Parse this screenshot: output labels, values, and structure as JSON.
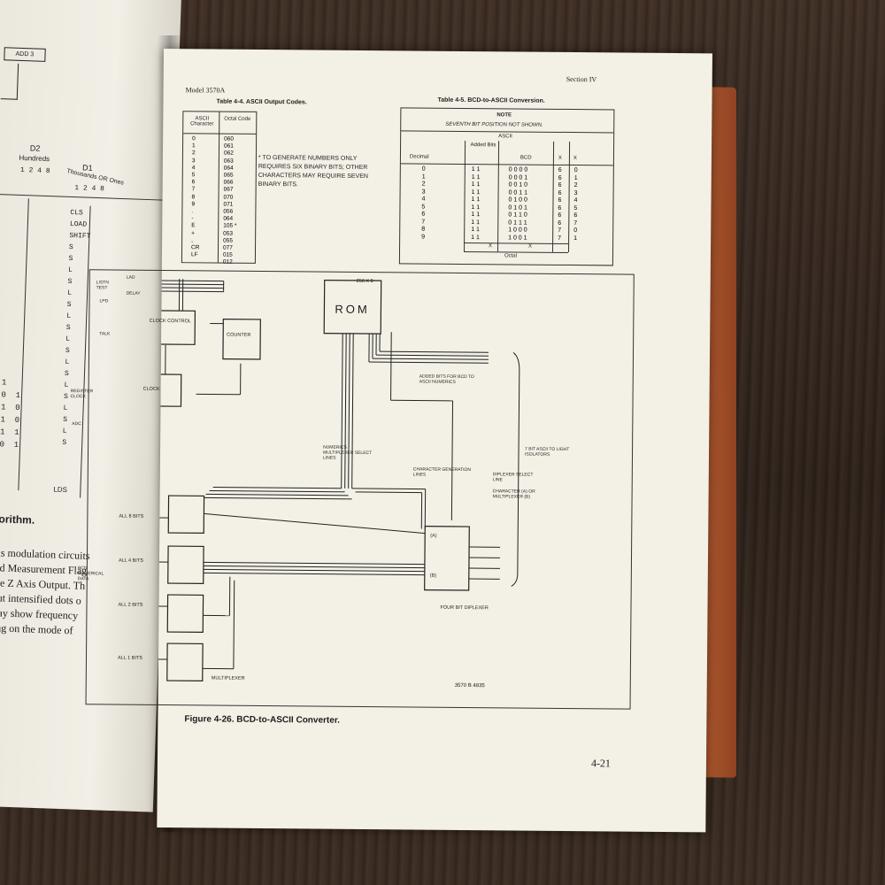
{
  "left_page": {
    "label_add": "ADD 3",
    "col_d2": "D2",
    "col_hundreds": "Hundreds",
    "col_d1": "D1",
    "col_thousands": "Thousands OR Ones",
    "bits_left": "1 2 4 8",
    "bits_right": "1 2 4 8",
    "caption_fragment": "Algorithm.",
    "body_lines": [
      "Axis modulation circuits",
      ", and Measurement Flag",
      "n the Z Axis Output. Th",
      "ll put intensified dots o",
      "s may show frequency",
      "nding on the mode of"
    ],
    "last_cell": "LDS"
  },
  "right_page": {
    "model": "Model 3570A",
    "section": "Section IV",
    "page_number": "4-21",
    "table44": {
      "title": "Table 4-4.  ASCII Output Codes.",
      "col1": "ASCII Character",
      "col2": "Octal Code",
      "chars": [
        "0",
        "1",
        "2",
        "3",
        "4",
        "5",
        "6",
        "7",
        "8",
        "9",
        ".",
        "-",
        "E",
        "+",
        ",",
        "CR",
        "LF"
      ],
      "codes": [
        "060",
        "061",
        "062",
        "063",
        "064",
        "065",
        "066",
        "067",
        "070",
        "071",
        "056",
        "064",
        "105 *",
        "053",
        "055",
        "077",
        "015",
        "012"
      ],
      "note": "* TO GENERATE NUMBERS ONLY REQUIRES SIX BINARY BITS; OTHER CHARACTERS MAY REQUIRE SEVEN BINARY BITS."
    },
    "table45": {
      "title": "Table 4-5.  BCD-to-ASCII Conversion.",
      "note_heading": "NOTE",
      "note_text": "SEVENTH BIT POSITION NOT SHOWN.",
      "ascii": "ASCII",
      "decimal": "Decimal",
      "added_bits": "Added Bits",
      "bcd": "BCD",
      "x": "X",
      "octal": "Octal",
      "rows": [
        [
          "0",
          "1 1",
          "0 0 0 0",
          "6",
          "0"
        ],
        [
          "1",
          "1 1",
          "0 0 0 1",
          "6",
          "1"
        ],
        [
          "2",
          "1 1",
          "0 0 1 0",
          "6",
          "2"
        ],
        [
          "3",
          "1 1",
          "0 0 1 1",
          "6",
          "3"
        ],
        [
          "4",
          "1 1",
          "0 1 0 0",
          "6",
          "4"
        ],
        [
          "5",
          "1 1",
          "0 1 0 1",
          "6",
          "5"
        ],
        [
          "6",
          "1 1",
          "0 1 1 0",
          "6",
          "6"
        ],
        [
          "7",
          "1 1",
          "0 1 1 1",
          "6",
          "7"
        ],
        [
          "8",
          "1 1",
          "1 0 0 0",
          "7",
          "0"
        ],
        [
          "9",
          "1 1",
          "1 0 0 1",
          "7",
          "1"
        ]
      ]
    },
    "figure": {
      "caption": "Figure 4-26.  BCD-to-ASCII Converter.",
      "rom": "ROM",
      "rom_size": "256 X 8",
      "clock_control": "CLOCK CONTROL",
      "clock": "CLOCK",
      "counter": "COUNTER",
      "lad": "LAD",
      "listen_test": "LISTN TEST",
      "delay": "DELAY",
      "lpd": "LPD",
      "talk": "TALK",
      "register_clock": "REGISTER CLOCK",
      "adc": "ADC",
      "added_bits_note": "ADDED BITS FOR BCD TO ASCII NUMERICS",
      "seven_bit": "7 BIT ASCII TO LIGHT ISOLATORS",
      "numerics_mux": "NUMERICS MULTIPLEXER SELECT LINES",
      "char_gen": "CHARACTER GENERATION LINES",
      "diplexer_select": "DIPLEXER SELECT LINE",
      "char_or_mux": "CHARACTER (A) OR MULTIPLEXER (B)",
      "all8": "ALL 8 BITS",
      "all4": "ALL 4 BITS",
      "all2": "ALL 2 BITS",
      "all1": "ALL 1 BITS",
      "bcd_numerical": "BCD NUMERICAL DATA",
      "multiplexer": "MULTIPLEXER",
      "four_bit_diplexer": "FOUR BIT DIPLEXER",
      "port_a": "(A)",
      "port_b": "(B)",
      "drawing_number": "3570 B 4835"
    }
  }
}
